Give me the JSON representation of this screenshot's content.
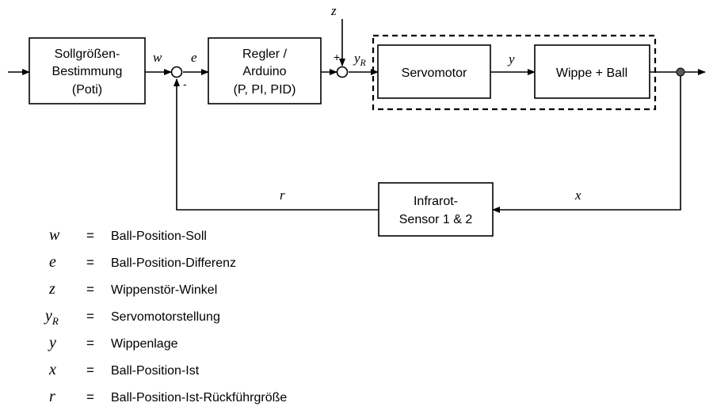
{
  "blocks": {
    "setpoint": [
      "Sollgrößen-",
      "Bestimmung",
      "(Poti)"
    ],
    "controller": [
      "Regler /",
      "Arduino",
      "(P, PI, PID)"
    ],
    "servomotor": "Servomotor",
    "seesaw": "Wippe + Ball",
    "sensor": [
      "Infrarot-",
      "Sensor 1 & 2"
    ]
  },
  "signals": {
    "w": "w",
    "e": "e",
    "z": "z",
    "yR_base": "y",
    "yR_sub": "R",
    "y": "y",
    "x": "x",
    "r": "r"
  },
  "signs": {
    "sum1_minus": "-",
    "sum2_plus": "+"
  },
  "legend": [
    {
      "symbol": "w",
      "sub": "",
      "eq": "=",
      "desc": "Ball-Position-Soll"
    },
    {
      "symbol": "e",
      "sub": "",
      "eq": "=",
      "desc": "Ball-Position-Differenz"
    },
    {
      "symbol": "z",
      "sub": "",
      "eq": "=",
      "desc": "Wippenstör-Winkel"
    },
    {
      "symbol": "y",
      "sub": "R",
      "eq": "=",
      "desc": "Servomotorstellung"
    },
    {
      "symbol": "y",
      "sub": "",
      "eq": "=",
      "desc": "Wippenlage"
    },
    {
      "symbol": "x",
      "sub": "",
      "eq": "=",
      "desc": "Ball-Position-Ist"
    },
    {
      "symbol": "r",
      "sub": "",
      "eq": "=",
      "desc": "Ball-Position-Ist-Rückführgröße"
    }
  ]
}
